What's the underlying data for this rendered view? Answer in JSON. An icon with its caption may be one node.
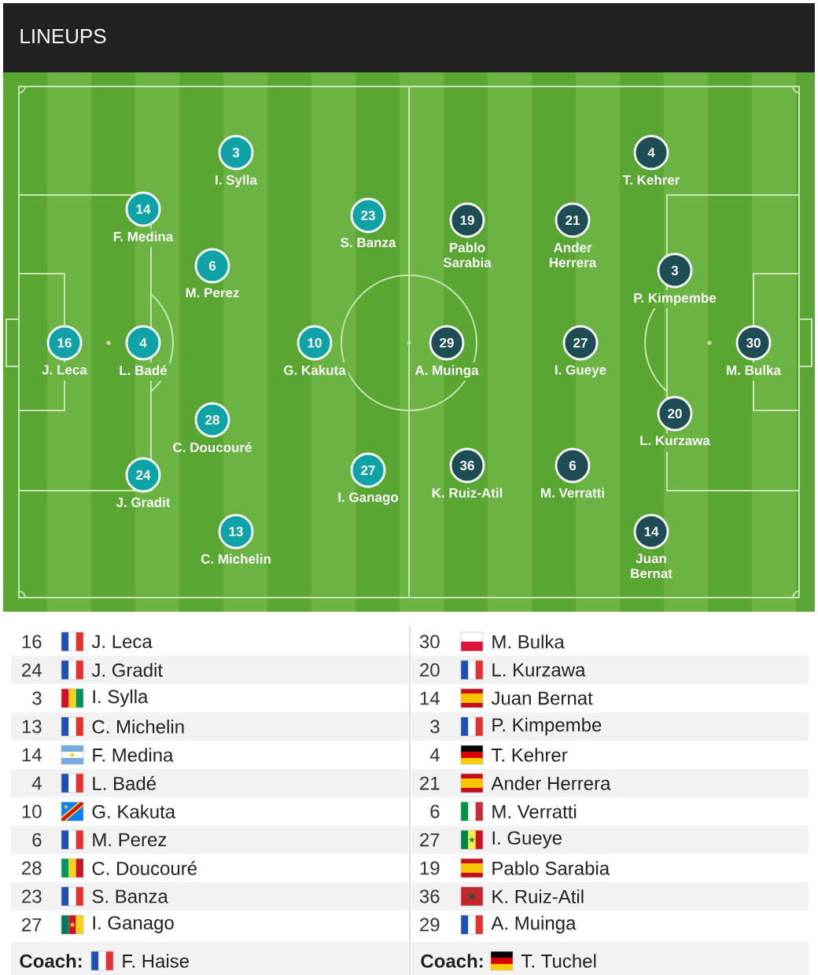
{
  "diagram": {
    "title": "LINEUPS",
    "nodes": [
      {
        "text": [
          "16"
        ],
        "beside": [
          "J. Leca"
        ]
      },
      {
        "text": [
          "24"
        ],
        "beside": [
          "J. Gradit"
        ]
      },
      {
        "text": [
          "3"
        ],
        "beside": [
          "I. Sylla"
        ]
      },
      {
        "text": [
          "13"
        ],
        "beside": [
          "C. Michelin"
        ]
      },
      {
        "text": [
          "14"
        ],
        "beside": [
          "F. Medina"
        ]
      },
      {
        "text": [
          "4"
        ],
        "beside": [
          "L. Badé"
        ]
      },
      {
        "text": [
          "10"
        ],
        "beside": [
          "G. Kakuta"
        ]
      },
      {
        "text": [
          "6"
        ],
        "beside": [
          "M. Perez"
        ]
      },
      {
        "text": [
          "28"
        ],
        "beside": [
          "C. Doucouré"
        ]
      },
      {
        "text": [
          "23"
        ],
        "beside": [
          "S. Banza"
        ]
      },
      {
        "text": [
          "27"
        ],
        "beside": [
          "I. Ganago"
        ]
      },
      {
        "text": [
          "30"
        ],
        "beside": [
          "M. Bulka"
        ]
      },
      {
        "text": [
          "20"
        ],
        "beside": [
          "L. Kurzawa"
        ]
      },
      {
        "text": [
          "14"
        ],
        "beside": [
          "Juan Bernat"
        ]
      },
      {
        "text": [
          "3"
        ],
        "beside": [
          "P. Kimpembe"
        ]
      },
      {
        "text": [
          "4"
        ],
        "beside": [
          "T. Kehrer"
        ]
      },
      {
        "text": [
          "21"
        ],
        "beside": [
          "Ander Herrera"
        ]
      },
      {
        "text": [
          "6"
        ],
        "beside": [
          "M. Verratti"
        ]
      },
      {
        "text": [
          "27"
        ],
        "beside": [
          "I. Gueye"
        ]
      },
      {
        "text": [
          "19"
        ],
        "beside": [
          "Pablo Sarabia"
        ]
      },
      {
        "text": [
          "36"
        ],
        "beside": [
          "K. Ruiz-Atil"
        ]
      },
      {
        "text": [
          "29"
        ],
        "beside": [
          "A. Muinga"
        ]
      }
    ],
    "labels": [
      "16",
      "J. Leca",
      "30",
      "M. Bulka",
      "24",
      "J. Gradit",
      "20",
      "L. Kurzawa",
      "3",
      "I. Sylla",
      "14",
      "Juan Bernat",
      "13",
      "C. Michelin",
      "3",
      "P. Kimpembe",
      "14",
      "F. Medina",
      "4",
      "T. Kehrer",
      "4",
      "L. Badé",
      "21",
      "Ander Herrera",
      "10",
      "G. Kakuta",
      "6",
      "M. Verratti",
      "6",
      "M. Perez",
      "27",
      "I. Gueye",
      "28",
      "C. Doucouré",
      "19",
      "Pablo Sarabia",
      "23",
      "S. Banza",
      "36",
      "K. Ruiz-Atil",
      "27",
      "I. Ganago",
      "29",
      "A. Muinga",
      "Coach:",
      "F. Haise",
      "Coach:",
      "T. Tuchel"
    ]
  }
}
